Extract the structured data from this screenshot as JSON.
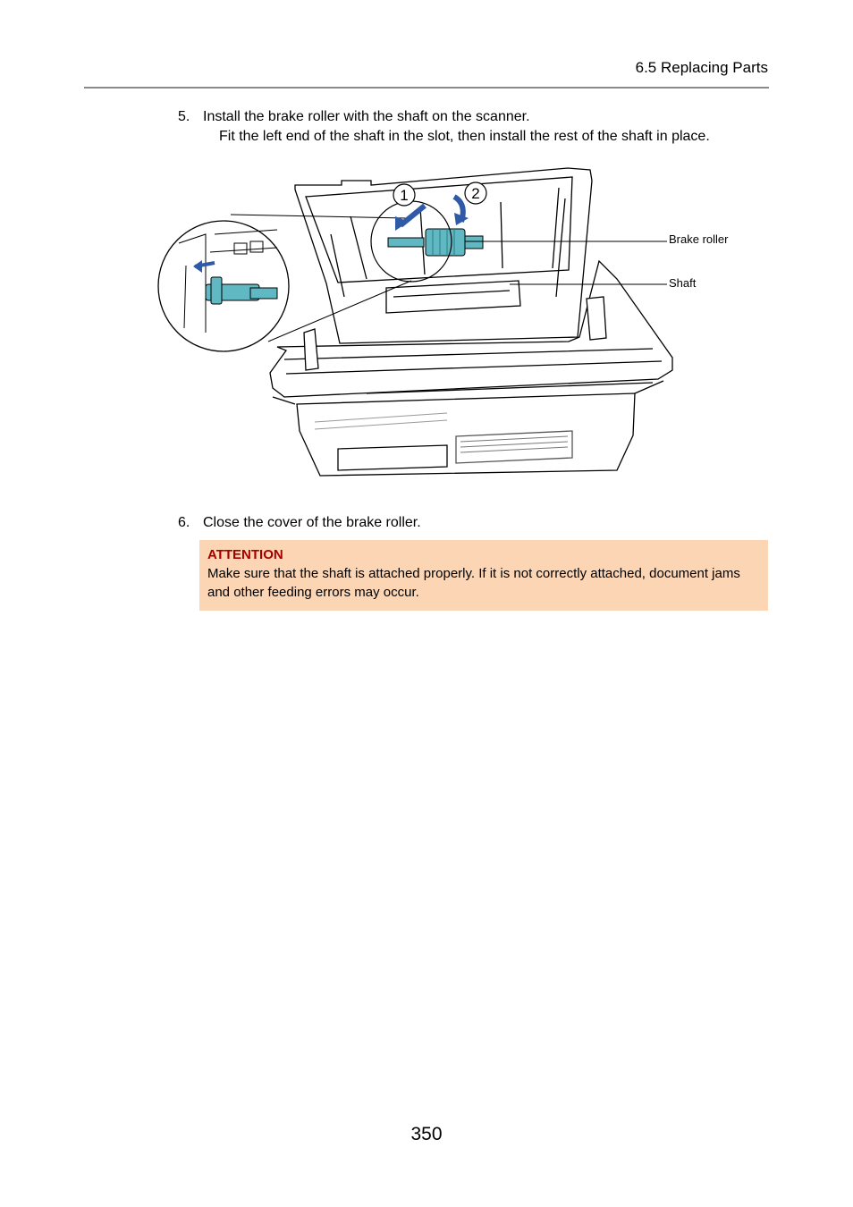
{
  "header": {
    "section_title": "6.5 Replacing Parts"
  },
  "steps": [
    {
      "number": "5.",
      "text": "Install the brake roller with the shaft on the scanner.",
      "subtext": "Fit the left end of the shaft in the slot, then install the rest of the shaft in place."
    },
    {
      "number": "6.",
      "text": "Close the cover of the brake roller."
    }
  ],
  "figure": {
    "callouts": {
      "brake_roller": "Brake roller",
      "shaft": "Shaft"
    },
    "step_markers": [
      "1",
      "2"
    ],
    "colors": {
      "part_highlight": "#5fb8c2",
      "arrow": "#2e5aa8"
    }
  },
  "attention": {
    "title": "ATTENTION",
    "body": "Make sure that the shaft is attached properly. If it is not correctly attached, document jams and other feeding errors may occur."
  },
  "footer": {
    "page_number": "350"
  }
}
